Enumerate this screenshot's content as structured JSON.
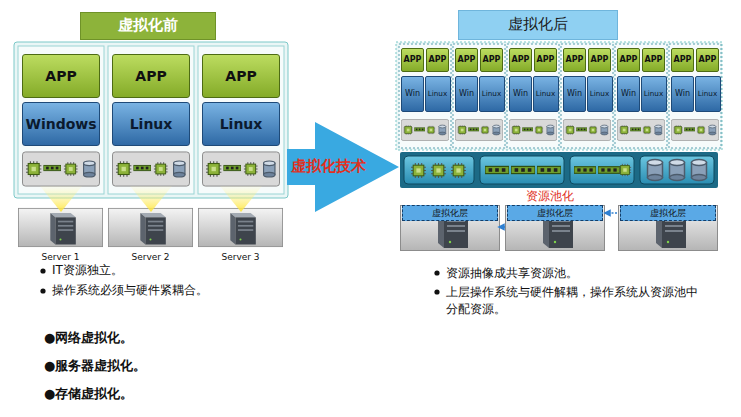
{
  "diagram": {
    "nodes": [
      {
        "text": [
          "虚拟化前"
        ]
      },
      {
        "text": [
          "APP"
        ]
      },
      {
        "text": [
          "Windows"
        ]
      },
      {
        "text": [
          "APP"
        ]
      },
      {
        "text": [
          "Linux"
        ]
      },
      {
        "text": [
          "APP"
        ]
      },
      {
        "text": [
          "Linux"
        ]
      },
      {
        "text": [
          "虚拟化技术"
        ]
      },
      {
        "text": [
          "虚拟化后"
        ]
      },
      {
        "text": [
          "APP"
        ]
      },
      {
        "text": [
          "APP"
        ]
      },
      {
        "text": [
          "Win"
        ]
      },
      {
        "text": [
          "Linux"
        ]
      },
      {
        "text": [
          "APP"
        ]
      },
      {
        "text": [
          "APP"
        ]
      },
      {
        "text": [
          "Win"
        ]
      },
      {
        "text": [
          "Linux"
        ]
      },
      {
        "text": [
          "APP"
        ]
      },
      {
        "text": [
          "APP"
        ]
      },
      {
        "text": [
          "Win"
        ]
      },
      {
        "text": [
          "Linux"
        ]
      },
      {
        "text": [
          "APP"
        ]
      },
      {
        "text": [
          "APP"
        ]
      },
      {
        "text": [
          "Win"
        ]
      },
      {
        "text": [
          "Linux"
        ]
      },
      {
        "text": [
          "APP"
        ]
      },
      {
        "text": [
          "APP"
        ]
      },
      {
        "text": [
          "Win"
        ]
      },
      {
        "text": [
          "Linux"
        ]
      },
      {
        "text": [
          "APP"
        ]
      },
      {
        "text": [
          "APP"
        ]
      },
      {
        "text": [
          "Win"
        ]
      },
      {
        "text": [
          "Linux"
        ]
      },
      {
        "text": [
          "虚拟化层"
        ]
      },
      {
        "text": [
          "虚拟化层"
        ]
      },
      {
        "text": [
          "虚拟化层"
        ]
      }
    ],
    "labels": [
      "Server 1",
      "Server 2",
      "Server 3",
      "IT资源独立。",
      "操作系统必须与硬件紧耦合。",
      "资源池化",
      "资源抽像成共享资源池。",
      "上层操作系统与硬件解耦，操作系统从资源池中分配资源。",
      "●网络虚拟化。",
      "●服务器虚拟化。",
      "●存储虚拟化。"
    ]
  }
}
